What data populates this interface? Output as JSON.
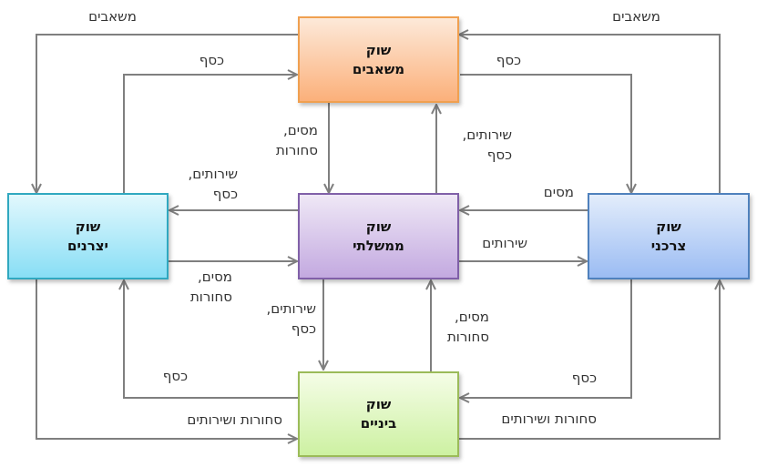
{
  "nodes": {
    "consumers_market": {
      "line1": "שוק",
      "line2": "משאבים"
    },
    "government_market": {
      "line1": "שוק",
      "line2": "ממשלתי"
    },
    "producers_market": {
      "line1": "שוק",
      "line2": "יצרנים"
    },
    "consumer_market": {
      "line1": "שוק",
      "line2": "צרכני"
    },
    "intermediate_market": {
      "line1": "שוק",
      "line2": "ביניים"
    }
  },
  "edge_labels": {
    "top_left_resources": "משאבים",
    "top_right_resources": "משאבים",
    "top_left_money": "כסף",
    "top_right_money": "כסף",
    "center_up_taxes_l1": "מסים,",
    "center_up_taxes_l2": "סחורות",
    "center_up_services_l1": "שירותים,",
    "center_up_services_l2": "כסף",
    "left_services_l1": "שירותים,",
    "left_services_l2": "כסף",
    "left_taxes_l1": "מסים,",
    "left_taxes_l2": "סחורות",
    "right_taxes": "מסים",
    "right_services": "שירותים",
    "center_down_services_l1": "שירותים,",
    "center_down_services_l2": "כסף",
    "center_down_taxes_l1": "מסים,",
    "center_down_taxes_l2": "סחורות",
    "bottom_left_money": "כסף",
    "bottom_right_money": "כסף",
    "bottom_left_goods": "סחורות ושירותים",
    "bottom_right_goods": "סחורות ושירותים"
  },
  "colors": {
    "arrow": "#7f7f7f",
    "consumers_market_border": "#f0a050",
    "government_market_border": "#8060a8",
    "producers_market_border": "#30a8c0",
    "consumer_market_border": "#4f81bd",
    "intermediate_market_border": "#9bbb59"
  }
}
